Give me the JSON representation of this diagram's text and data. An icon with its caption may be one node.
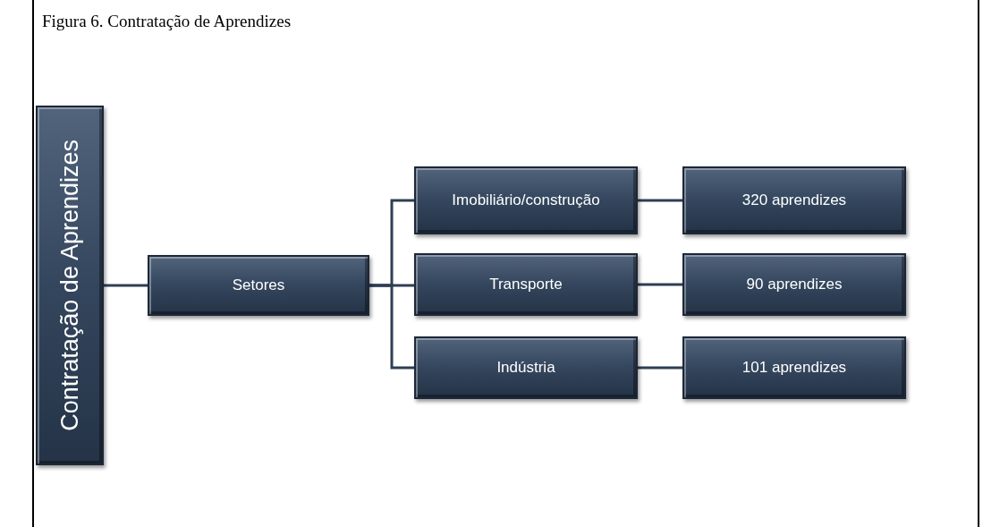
{
  "diagram": {
    "title": "Figura 6. Contratação de Aprendizes",
    "nodes": [
      {
        "text": [
          "Contratação de Aprendizes"
        ]
      },
      {
        "text": [
          "Setores"
        ]
      },
      {
        "text": [
          "Imobiliário/construção"
        ]
      },
      {
        "text": [
          "Transporte"
        ]
      },
      {
        "text": [
          "Indústria"
        ]
      },
      {
        "text": [
          "320 aprendizes"
        ]
      },
      {
        "text": [
          "90 aprendizes"
        ]
      },
      {
        "text": [
          "101 aprendizes"
        ]
      }
    ],
    "edges": [
      {
        "from": 0,
        "to": 1,
        "arrow": "none"
      },
      {
        "from": 1,
        "to": 2,
        "arrow": "none"
      },
      {
        "from": 1,
        "to": 3,
        "arrow": "none"
      },
      {
        "from": 1,
        "to": 4,
        "arrow": "none"
      },
      {
        "from": 2,
        "to": 5,
        "arrow": "none"
      },
      {
        "from": 3,
        "to": 6,
        "arrow": "none"
      },
      {
        "from": 4,
        "to": 7,
        "arrow": "none"
      }
    ]
  }
}
